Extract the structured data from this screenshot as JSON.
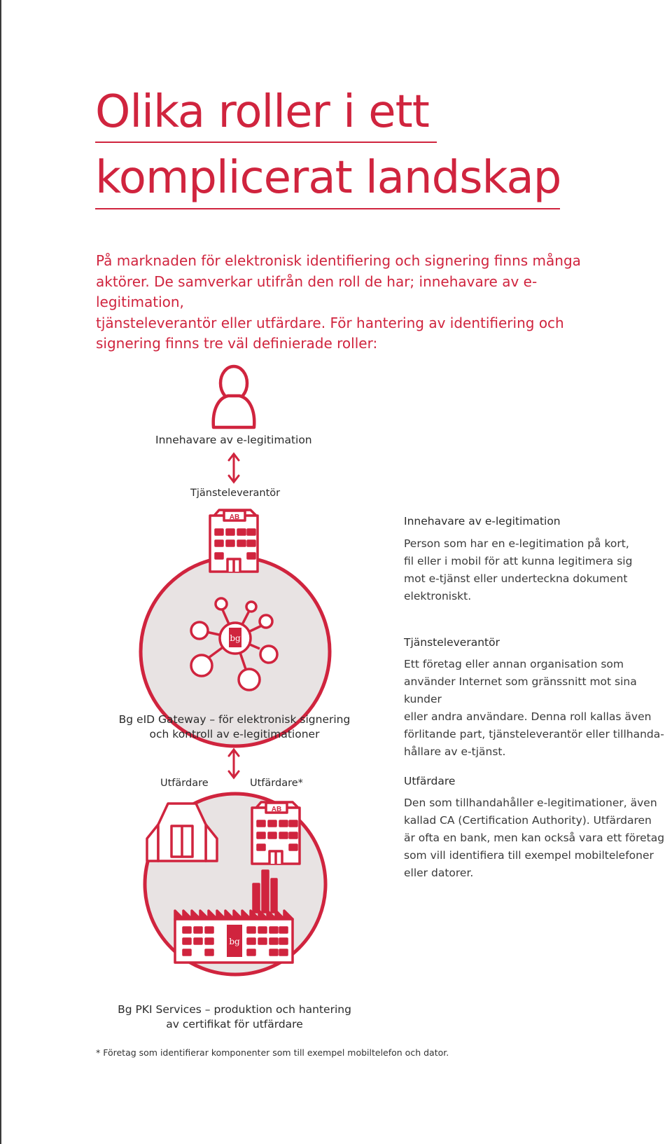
{
  "title": {
    "line1": "Olika roller i ett",
    "line2": "komplicerat landskap"
  },
  "intro": "På marknaden för elektronisk identifiering och signering finns många\naktörer. De samverkar utifrån den roll de har; innehavare av e-legitimation,\ntjänsteleverantör eller utfärdare. För hantering av identifiering och\nsignering finns tre väl definierade roller:",
  "diagram": {
    "holder_label": "Innehavare av e-legitimation",
    "provider_label": "Tjänsteleverantör",
    "building_sign": "AB",
    "logo_letters": "bg",
    "gateway_label": "Bg eID Gateway – för elektronisk signering\noch kontroll av e-legitimationer",
    "issuer_label": "Utfärdare",
    "issuer_star_label": "Utfärdare*",
    "pki_label": "Bg PKI Services – produktion och hantering\nav certifikat för utfärdare"
  },
  "roles": [
    {
      "title": "Innehavare av e-legitimation",
      "body": "Person som har en e-legitimation på kort,\nfil eller i mobil för att kunna legitimera sig\nmot e-tjänst eller underteckna dokument\nelektroniskt."
    },
    {
      "title": "Tjänsteleverantör",
      "body": "Ett företag eller annan organisation som\nanvänder Internet som gränssnitt mot sina kunder\neller andra användare. Denna roll kallas även\nförlitande part, tjänsteleverantör eller tillhanda-\nhållare av e-tjänst."
    },
    {
      "title": "Utfärdare",
      "body": "Den som tillhandahåller e-legitimationer, även\nkallad CA (Certification Authority). Utfärdaren\när ofta en bank, men kan också vara ett företag\nsom vill identifiera till exempel mobiltelefoner\neller datorer."
    }
  ],
  "footnote": "* Företag som identifierar komponenter som till exempel mobiltelefon och dator.",
  "colors": {
    "accent": "#d0243e",
    "circle_fill": "#e8e3e3",
    "text": "#2b2b2b"
  }
}
